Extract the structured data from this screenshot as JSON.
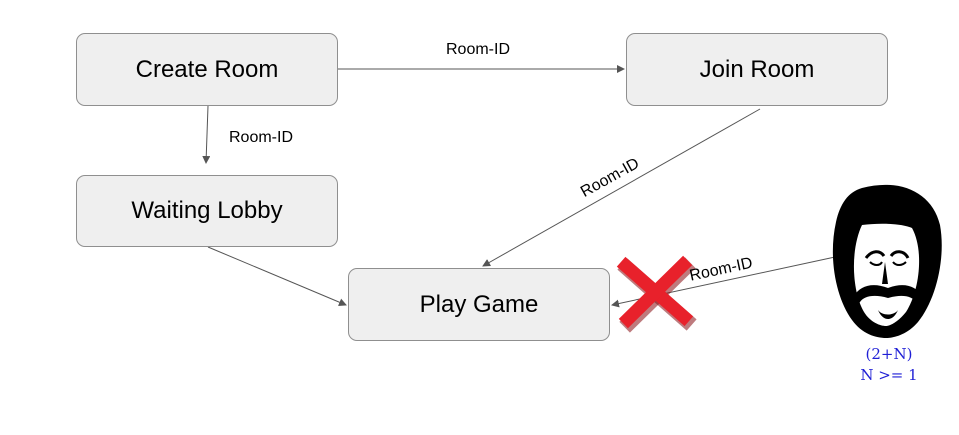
{
  "nodes": {
    "create_room": "Create Room",
    "join_room": "Join Room",
    "waiting_lobby": "Waiting Lobby",
    "play_game": "Play Game"
  },
  "edges": [
    {
      "from": "Create Room",
      "to": "Join Room",
      "label": "Room-ID"
    },
    {
      "from": "Create Room",
      "to": "Waiting Lobby",
      "label": "Room-ID"
    },
    {
      "from": "Join Room",
      "to": "Play Game",
      "label": "Room-ID"
    },
    {
      "from": "Waiting Lobby",
      "to": "Play Game",
      "label": ""
    },
    {
      "from": "spy",
      "to": "Play Game",
      "label": "Room-ID",
      "blocked": true
    }
  ],
  "spy": {
    "icon": "mustached-spy-icon",
    "blocked_icon": "red-x-icon",
    "note_line1": "(2+N)",
    "note_line2": "N >= 1"
  },
  "colors": {
    "box_fill": "#efefef",
    "box_border": "#8f8f8f",
    "arrow": "#555555",
    "blocked": "#e8212b",
    "note": "#1f1fd6"
  }
}
